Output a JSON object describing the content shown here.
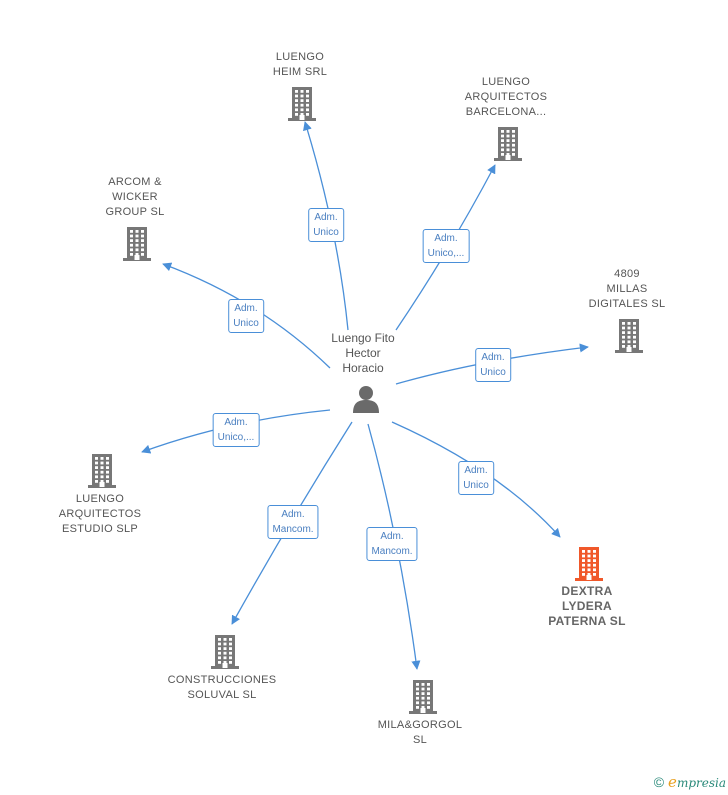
{
  "center": {
    "name": "Luengo Fito\nHector\nHoracio",
    "icon": "person-icon"
  },
  "companies": [
    {
      "id": "luengo-heim",
      "name": "LUENGO\nHEIM SRL",
      "role": "Adm.\nUnico",
      "highlight": false
    },
    {
      "id": "luengo-barcelona",
      "name": "LUENGO\nARQUITECTOS\nBARCELONA...",
      "role": "Adm.\nUnico,...",
      "highlight": false
    },
    {
      "id": "arcom-wicker",
      "name": "ARCOM &\nWICKER\nGROUP  SL",
      "role": "Adm.\nUnico",
      "highlight": false
    },
    {
      "id": "4809-millas",
      "name": "4809\nMILLAS\nDIGITALES  SL",
      "role": "Adm.\nUnico",
      "highlight": false
    },
    {
      "id": "luengo-estudio",
      "name": "LUENGO\nARQUITECTOS\nESTUDIO  SLP",
      "role": "Adm.\nUnico,...",
      "highlight": false
    },
    {
      "id": "dextra-lydera",
      "name": "DEXTRA\nLYDERA\nPATERNA  SL",
      "role": "Adm.\nUnico",
      "highlight": true
    },
    {
      "id": "construcciones-soluval",
      "name": "CONSTRUCCIONES\nSOLUVAL  SL",
      "role": "Adm.\nMancom.",
      "highlight": false
    },
    {
      "id": "mila-gorgol",
      "name": "MILA&GORGOL\nSL",
      "role": "Adm.\nMancom.",
      "highlight": false
    }
  ],
  "colors": {
    "edge": "#4a8fd8",
    "building": "#777777",
    "building_highlight": "#f0582a",
    "person": "#6a6a6a"
  },
  "brand": {
    "copyright": "©",
    "e": "e",
    "rest": "mpresia"
  }
}
